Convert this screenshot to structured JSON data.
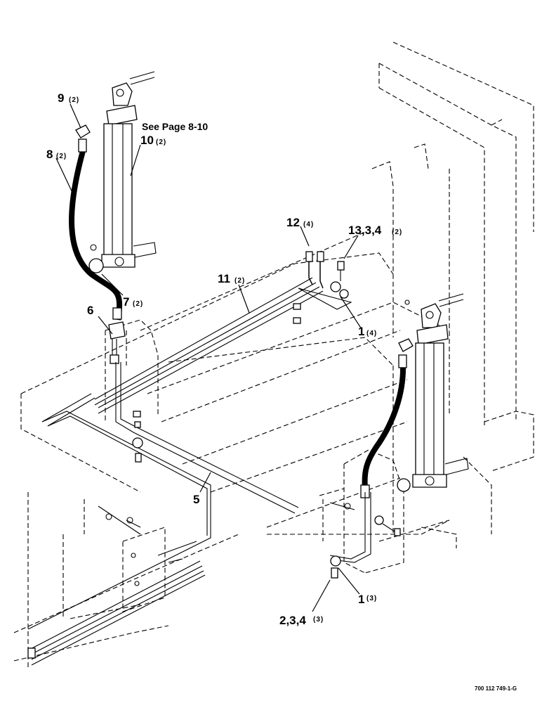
{
  "callouts": [
    {
      "num": "9",
      "qty": "(2)"
    },
    {
      "num": "10",
      "qty": "(2)"
    },
    {
      "num": "8",
      "qty": "(2)"
    },
    {
      "num": "12",
      "qty": "(4)"
    },
    {
      "num": "13,3,4",
      "qty": "(2)"
    },
    {
      "num": "11",
      "qty": "(2)"
    },
    {
      "num": "7",
      "qty": "(2)"
    },
    {
      "num": "6",
      "qty": ""
    },
    {
      "num": "1",
      "qty": "(4)"
    },
    {
      "num": "5",
      "qty": ""
    },
    {
      "num": "1",
      "qty": "(3)"
    },
    {
      "num": "2,3,4",
      "qty": "(3)"
    }
  ],
  "see_page_note": "See Page 8-10",
  "drawing_number": "700 112 749-1-G"
}
